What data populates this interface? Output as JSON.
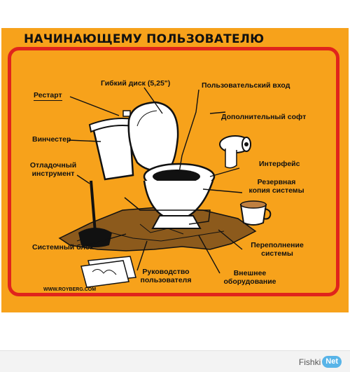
{
  "poster": {
    "title": "НАЧИНАЮЩЕМУ ПОЛЬЗОВАТЕЛЮ",
    "labels": {
      "restart": "Рестарт",
      "floppy": "Гибкий диск (5,25\")",
      "user_input": "Пользовательский вход",
      "extra_soft": "Дополнительный софт",
      "hdd": "Винчестер",
      "debug_tool": "Отладочный инструмент",
      "interface": "Интерфейс",
      "backup_1": "Резервная",
      "backup_2": "копия системы",
      "system_unit": "Системный блок",
      "overflow_1": "Переполнение",
      "overflow_2": "системы",
      "manual_1": "Руководство",
      "manual_2": "пользователя",
      "external_1": "Внешнее",
      "external_2": "оборудование"
    },
    "site": "WWW.ROYBERG.COM"
  },
  "watermark": {
    "brand": "Fishki",
    "badge": "Net"
  },
  "colors": {
    "background": "#f7a21b",
    "frame": "#e0241c",
    "ink": "#111111"
  },
  "icons": [
    "toilet-icon",
    "toilet-paper-icon",
    "plunger-icon",
    "cup-icon",
    "paper-sheets-icon"
  ]
}
